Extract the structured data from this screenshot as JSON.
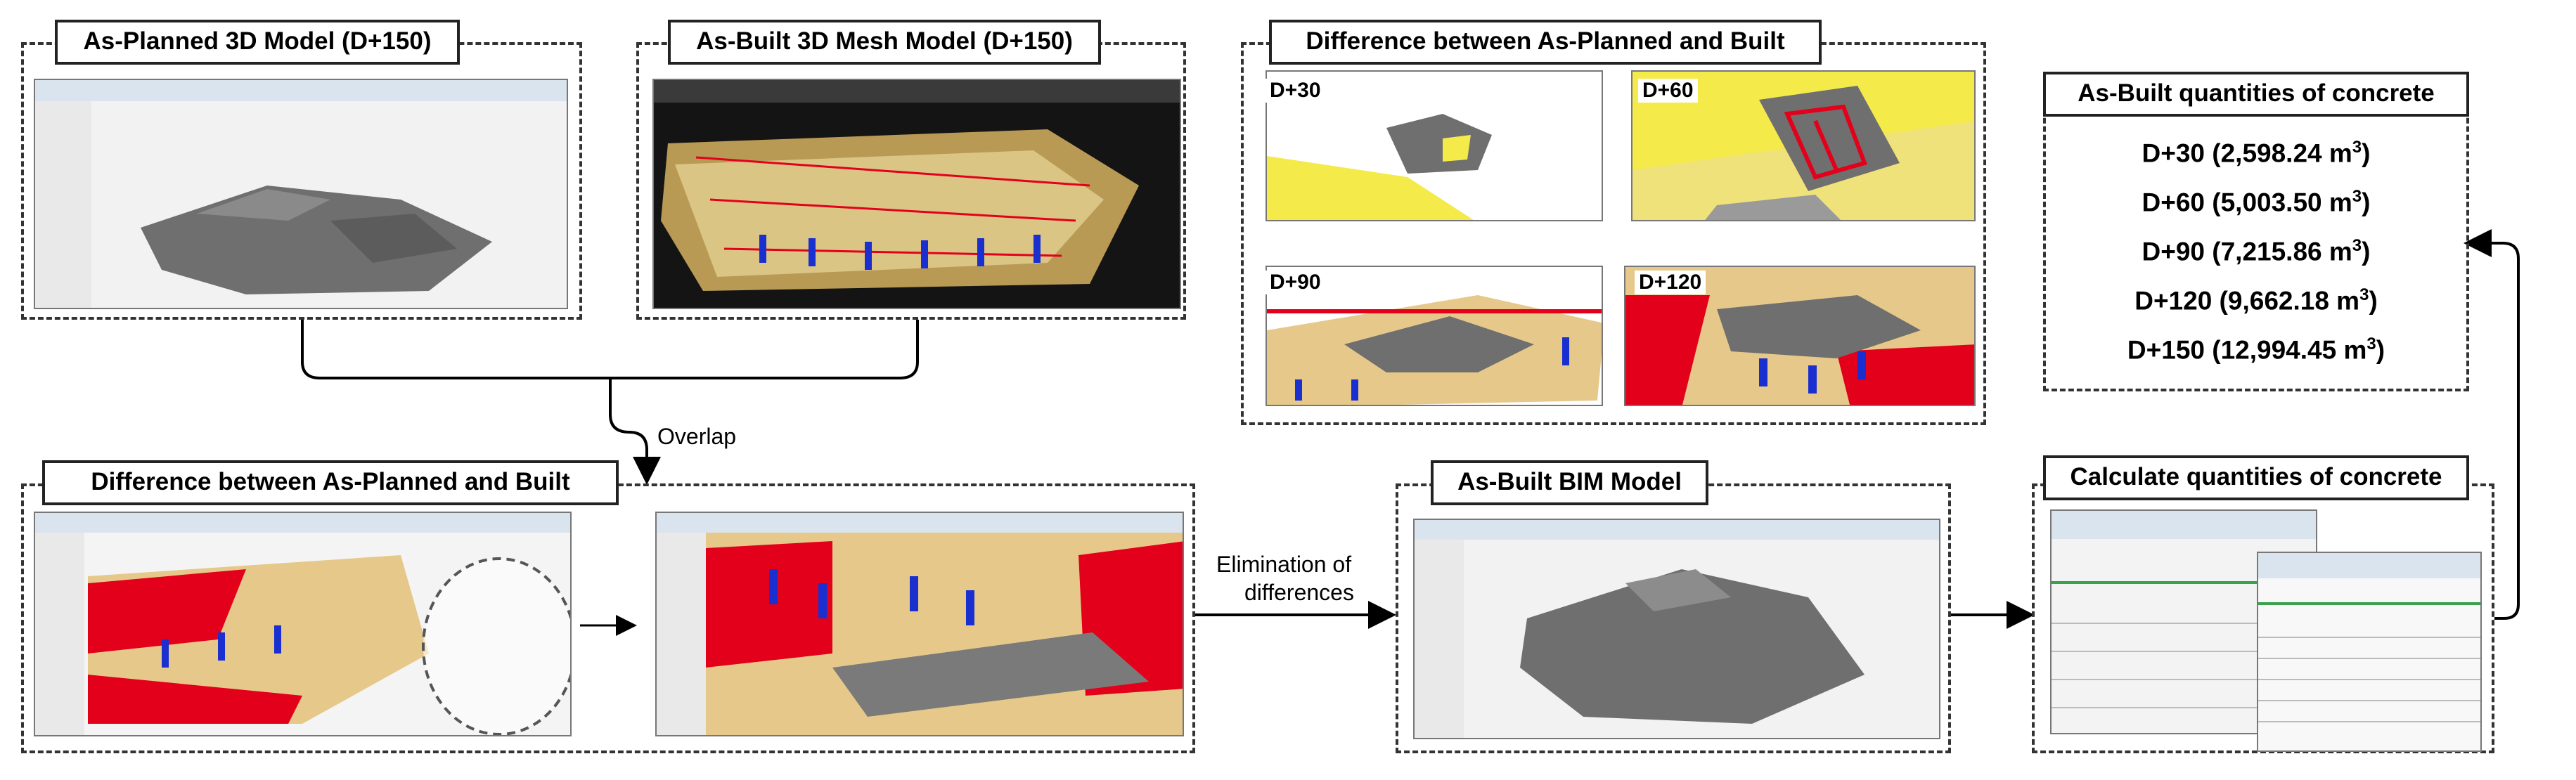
{
  "panels": {
    "as_planned": {
      "title": "As-Planned 3D Model (D+150)"
    },
    "as_built_mesh": {
      "title": "As-Built 3D Mesh Model (D+150)"
    },
    "difference_top": {
      "title": "Difference between As-Planned and Built",
      "stages": [
        "D+30",
        "D+60",
        "D+90",
        "D+120"
      ]
    },
    "quantities": {
      "title": "As-Built quantities of concrete",
      "rows": [
        {
          "label": "D+30 (2,598.24 m",
          "sup": "3",
          "tail": ")"
        },
        {
          "label": "D+60 (5,003.50 m",
          "sup": "3",
          "tail": ")"
        },
        {
          "label": "D+90 (7,215.86 m",
          "sup": "3",
          "tail": ")"
        },
        {
          "label": "D+120 (9,662.18 m",
          "sup": "3",
          "tail": ")"
        },
        {
          "label": "D+150 (12,994.45 m",
          "sup": "3",
          "tail": ")"
        }
      ]
    },
    "difference_bottom": {
      "title": "Difference between As-Planned and Built"
    },
    "as_built_bim": {
      "title": "As-Built BIM Model"
    },
    "calculate": {
      "title": "Calculate quantities of concrete"
    }
  },
  "labels": {
    "overlap": "Overlap",
    "elimination_line1": "Elimination of",
    "elimination_line2": "differences"
  },
  "colors": {
    "difference_red": "#e3001b",
    "difference_yellow": "#f4ea4a",
    "model_gray": "#6f6f6f",
    "floor_tan": "#e6c98a"
  }
}
